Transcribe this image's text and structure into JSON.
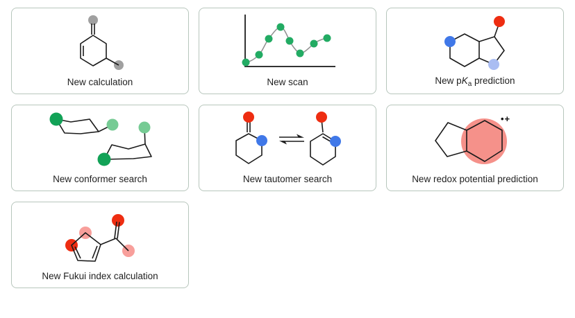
{
  "cards": [
    {
      "id": "calculation",
      "label": "New calculation",
      "icon": "cyclohexene-molecule-icon"
    },
    {
      "id": "scan",
      "label": "New scan",
      "icon": "scan-curve-chart-icon"
    },
    {
      "id": "pka",
      "label_prefix": "New p",
      "label_italic": "K",
      "label_subscript": "a",
      "label_suffix": " prediction",
      "icon": "bicyclic-molecule-icon"
    },
    {
      "id": "conformer",
      "label": "New conformer search",
      "icon": "chair-conformers-icon"
    },
    {
      "id": "tautomer",
      "label": "New tautomer search",
      "icon": "tautomer-equilibrium-icon"
    },
    {
      "id": "redox",
      "label": "New redox potential prediction",
      "annotation": "•+",
      "icon": "radical-cation-molecule-icon"
    },
    {
      "id": "fukui",
      "label": "New Fukui index calculation",
      "icon": "acylfuran-molecule-icon"
    }
  ],
  "colors": {
    "card_border": "#b7c6bc",
    "bond": "#1a1a1a",
    "gray_atom": "#a0a0a0",
    "green_dark": "#12a257",
    "green_light": "#76cb94",
    "green_scan": "#22ab63",
    "red": "#ee2d11",
    "pink": "#f89f9b",
    "pink_highlight": "#f5918a",
    "blue": "#4078e8",
    "blue_light": "#aabdf2",
    "axis": "#333333",
    "curve_gray": "#8f8f8f",
    "label_text": "#1f1f1f"
  }
}
